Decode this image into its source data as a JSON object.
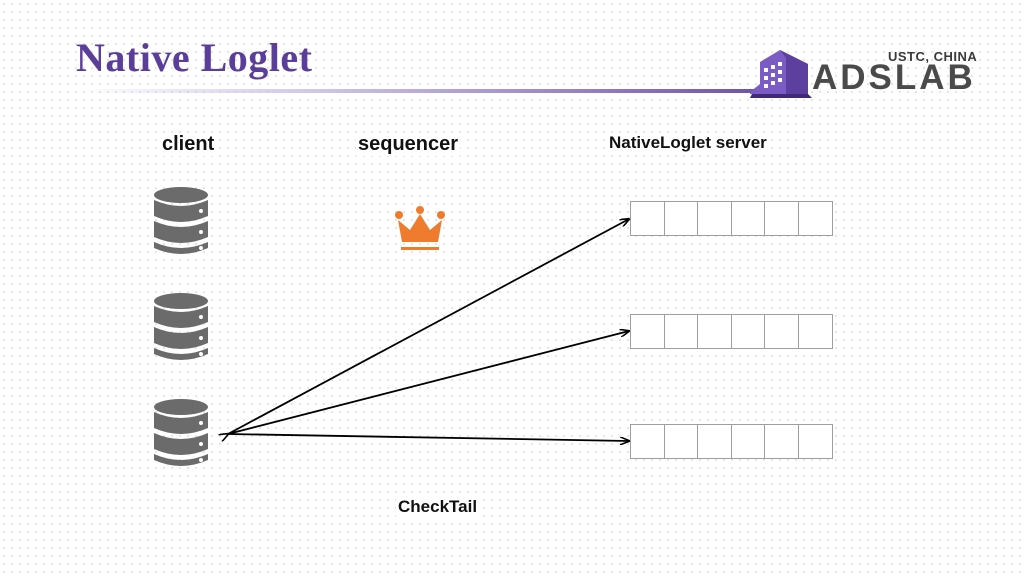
{
  "slide": {
    "title": "Native Loglet"
  },
  "logo": {
    "subtitle": "USTC, CHINA",
    "name": "ADSLAB",
    "icon": "building-icon",
    "color": "#7b5cc4"
  },
  "diagram": {
    "labels": {
      "client": "client",
      "sequencer": "sequencer",
      "server": "NativeLoglet server",
      "check": "CheckTail"
    },
    "clients": [
      {
        "icon": "database-icon"
      },
      {
        "icon": "database-icon"
      },
      {
        "icon": "database-icon"
      }
    ],
    "sequencer_icon": "crown-icon",
    "servers": [
      {
        "slots": 6
      },
      {
        "slots": 6
      },
      {
        "slots": 6
      }
    ],
    "colors": {
      "title": "#5b3d9a",
      "database": "#6b6b6b",
      "crown": "#ef7b2e",
      "cell_border": "#9e9e9e",
      "arrow": "#000000"
    }
  }
}
